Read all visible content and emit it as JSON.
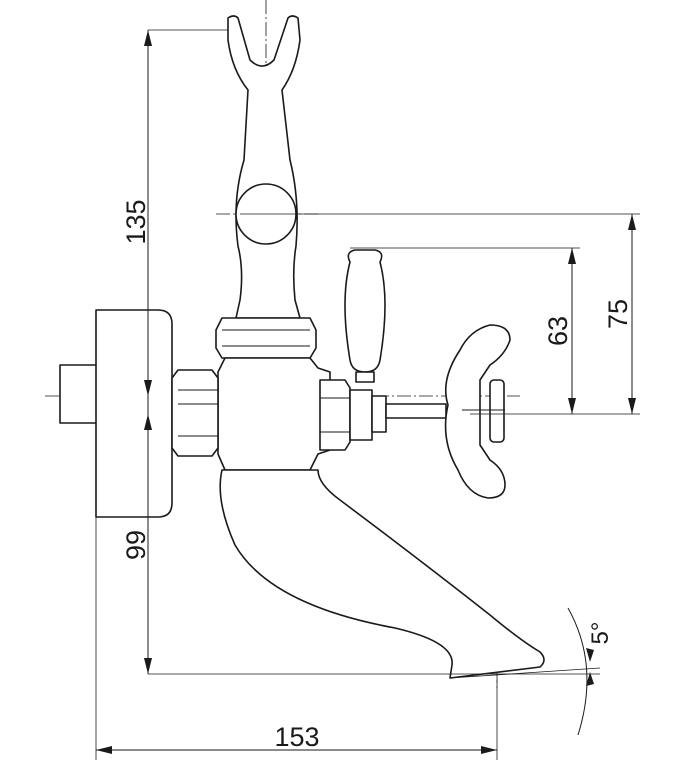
{
  "diagram": {
    "dimensions": {
      "height_to_holder": "135",
      "height_to_spout": "99",
      "projection": "153",
      "handle_height": "63",
      "holder_height": "75",
      "spout_angle": "5°"
    }
  }
}
